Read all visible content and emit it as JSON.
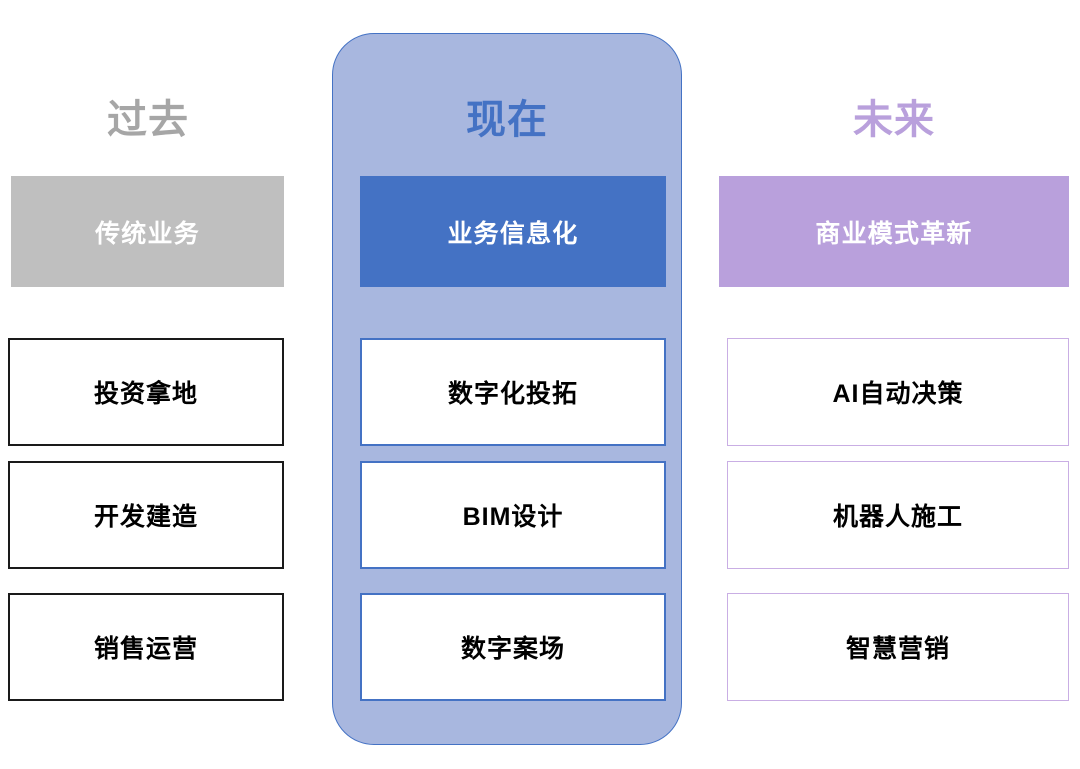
{
  "diagram": {
    "columns": [
      {
        "key": "past",
        "header": "过去",
        "header_color": "#A6A6A6",
        "banner": {
          "label": "传统业务",
          "fill": "#BFBFBF",
          "text_color": "#FFFFFF"
        },
        "border_color": "#1A1A1A",
        "items": [
          "投资拿地",
          "开发建造",
          "销售运营"
        ]
      },
      {
        "key": "present",
        "header": "现在",
        "header_color": "#4472C4",
        "container_fill": "#A8B7DF",
        "container_border": "#4472C4",
        "banner": {
          "label": "业务信息化",
          "fill": "#4472C4",
          "text_color": "#FFFFFF"
        },
        "border_color": "#4472C4",
        "items": [
          "数字化投拓",
          "BIM设计",
          "数字案场"
        ]
      },
      {
        "key": "future",
        "header": "未来",
        "header_color": "#B9A0DC",
        "banner": {
          "label": "商业模式革新",
          "fill": "#B9A0DC",
          "text_color": "#FFFFFF"
        },
        "border_color": "#C9AEE4",
        "items": [
          "AI自动决策",
          "机器人施工",
          "智慧营销"
        ]
      }
    ]
  }
}
